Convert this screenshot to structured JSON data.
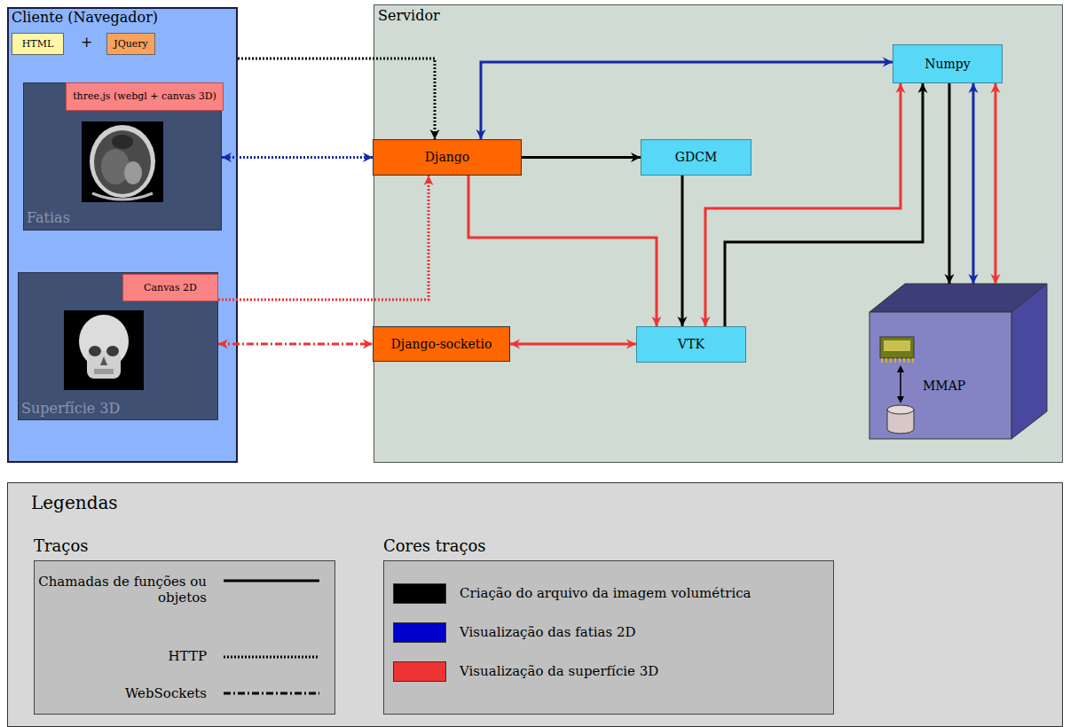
{
  "diagram": {
    "nodes": [
      {
        "text": [
          "Cliente (Navegador)"
        ]
      },
      {
        "text": [
          "HTML"
        ],
        "in": 0
      },
      {
        "text": [
          "JQuery"
        ],
        "in": 0
      },
      {
        "text": [
          "Fatias"
        ],
        "in": 0
      },
      {
        "text": [
          "three.js (webgl + canvas 3D)"
        ],
        "in": 3
      },
      {
        "text": [
          "Superfície 3D"
        ],
        "in": 0
      },
      {
        "text": [
          "Canvas 2D"
        ],
        "in": 5
      },
      {
        "text": [
          "Servidor"
        ]
      },
      {
        "text": [
          "Django"
        ],
        "in": 7
      },
      {
        "text": [
          "GDCM"
        ],
        "in": 7
      },
      {
        "text": [
          "Numpy"
        ],
        "in": 7
      },
      {
        "text": [
          "Django-socketio"
        ],
        "in": 7
      },
      {
        "text": [
          "VTK"
        ],
        "in": 7
      },
      {
        "text": [
          "MMAP"
        ],
        "in": 7
      },
      {
        "text": [
          "Legendas"
        ]
      },
      {
        "text": [
          "Traços"
        ],
        "in": 14
      },
      {
        "text": [
          "Cores traços"
        ],
        "in": 14
      }
    ],
    "edges": [
      {
        "from": 0,
        "to": 8,
        "arrow": "to"
      },
      {
        "from": 3,
        "to": 8,
        "arrow": "both"
      },
      {
        "from": 6,
        "to": 8,
        "arrow": "to"
      },
      {
        "from": 5,
        "to": 11,
        "arrow": "both"
      },
      {
        "from": 11,
        "to": 12,
        "arrow": "both"
      },
      {
        "from": 8,
        "to": 9,
        "arrow": "to"
      },
      {
        "from": 9,
        "to": 12,
        "arrow": "to"
      },
      {
        "from": 8,
        "to": 12,
        "arrow": "to"
      },
      {
        "from": 10,
        "to": 8,
        "arrow": "both"
      },
      {
        "from": 12,
        "to": 10,
        "arrow": "to"
      },
      {
        "from": 10,
        "to": 12,
        "arrow": "both"
      },
      {
        "from": 10,
        "to": 13,
        "arrow": "to"
      },
      {
        "from": 10,
        "to": 13,
        "arrow": "both"
      },
      {
        "from": 10,
        "to": 13,
        "arrow": "both"
      }
    ],
    "labels": [
      "+"
    ],
    "legend": [
      {
        "text": "Chamadas de funções ou objetos"
      },
      {
        "text": "HTTP"
      },
      {
        "text": "WebSockets"
      },
      {
        "text": "Criação do arquivo da imagem volumétrica",
        "color": "#000000"
      },
      {
        "text": "Visualização das fatias 2D",
        "color": "#0000cc"
      },
      {
        "text": "Visualização da superfície 3D",
        "color": "#ee3333"
      }
    ]
  }
}
